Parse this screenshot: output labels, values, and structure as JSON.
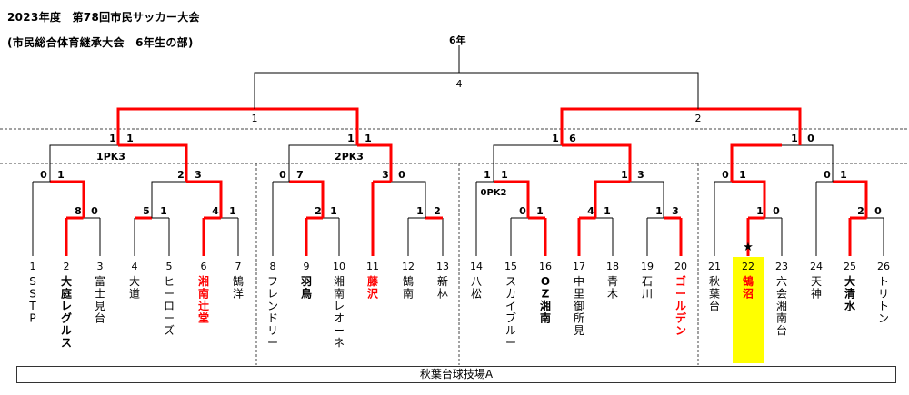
{
  "header": {
    "title_line1": "2023年度　第78回市民サッカー大会",
    "title_line2": "(市民総合体育継承大会　6年生の部)",
    "grade": "6年"
  },
  "venue": "秋葉台球技場A",
  "colors": {
    "winner": "#ff0000",
    "line": "#000000",
    "highlight": "#ffff00"
  },
  "teams": [
    {
      "no": "1",
      "name": "SSTP",
      "bold": false,
      "winner": false
    },
    {
      "no": "2",
      "name": "大庭レグルス",
      "bold": true,
      "winner": false
    },
    {
      "no": "3",
      "name": "富士見台",
      "bold": false,
      "winner": false
    },
    {
      "no": "4",
      "name": "大道",
      "bold": false,
      "winner": false
    },
    {
      "no": "5",
      "name": "ヒーローズ",
      "bold": false,
      "winner": false
    },
    {
      "no": "6",
      "name": "湘南辻堂",
      "bold": true,
      "winner": true
    },
    {
      "no": "7",
      "name": "鵠洋",
      "bold": false,
      "winner": false
    },
    {
      "no": "8",
      "name": "フレンドリー",
      "bold": false,
      "winner": false
    },
    {
      "no": "9",
      "name": "羽鳥",
      "bold": true,
      "winner": false
    },
    {
      "no": "10",
      "name": "湘南レオーネ",
      "bold": false,
      "winner": false
    },
    {
      "no": "11",
      "name": "藤沢",
      "bold": true,
      "winner": true
    },
    {
      "no": "12",
      "name": "鵠南",
      "bold": false,
      "winner": false
    },
    {
      "no": "13",
      "name": "新林",
      "bold": false,
      "winner": false
    },
    {
      "no": "14",
      "name": "八松",
      "bold": false,
      "winner": false
    },
    {
      "no": "15",
      "name": "スカイブルー",
      "bold": false,
      "winner": false
    },
    {
      "no": "16",
      "name": "OZ湘南",
      "bold": true,
      "winner": false
    },
    {
      "no": "17",
      "name": "中里御所見",
      "bold": false,
      "winner": false
    },
    {
      "no": "18",
      "name": "青木",
      "bold": false,
      "winner": false
    },
    {
      "no": "19",
      "name": "石川",
      "bold": false,
      "winner": false
    },
    {
      "no": "20",
      "name": "ゴールデン",
      "bold": true,
      "winner": true
    },
    {
      "no": "21",
      "name": "秋葉台",
      "bold": false,
      "winner": false
    },
    {
      "no": "22",
      "name": "鵠沼",
      "bold": true,
      "winner": true,
      "highlight": true
    },
    {
      "no": "23",
      "name": "六会湘南台",
      "bold": false,
      "winner": false
    },
    {
      "no": "24",
      "name": "天神",
      "bold": false,
      "winner": false
    },
    {
      "no": "25",
      "name": "大清水",
      "bold": true,
      "winner": false
    },
    {
      "no": "26",
      "name": "トリトン",
      "bold": false,
      "winner": false
    }
  ],
  "match_numbers": [
    "1",
    "2",
    "4"
  ],
  "pk_notes": [
    "1PK3",
    "2PK3",
    "0PK2"
  ],
  "scores": [
    {
      "v": "8"
    },
    {
      "v": "0"
    },
    {
      "v": "5"
    },
    {
      "v": "1"
    },
    {
      "v": "4"
    },
    {
      "v": "1"
    },
    {
      "v": "2"
    },
    {
      "v": "1"
    },
    {
      "v": "1"
    },
    {
      "v": "2"
    },
    {
      "v": "0"
    },
    {
      "v": "1"
    },
    {
      "v": "4"
    },
    {
      "v": "1"
    },
    {
      "v": "1"
    },
    {
      "v": "3"
    },
    {
      "v": "1"
    },
    {
      "v": "0"
    },
    {
      "v": "2"
    },
    {
      "v": "0"
    },
    {
      "v": "0"
    },
    {
      "v": "1"
    },
    {
      "v": "2"
    },
    {
      "v": "3"
    },
    {
      "v": "0"
    },
    {
      "v": "7"
    },
    {
      "v": "3"
    },
    {
      "v": "0"
    },
    {
      "v": "1"
    },
    {
      "v": "1"
    },
    {
      "v": "1"
    },
    {
      "v": "3"
    },
    {
      "v": "0"
    },
    {
      "v": "1"
    },
    {
      "v": "0"
    },
    {
      "v": "1"
    },
    {
      "v": "1"
    },
    {
      "v": "1"
    },
    {
      "v": "1"
    },
    {
      "v": "1"
    },
    {
      "v": "1"
    },
    {
      "v": "6"
    },
    {
      "v": "1"
    },
    {
      "v": "0"
    }
  ],
  "star": "★"
}
